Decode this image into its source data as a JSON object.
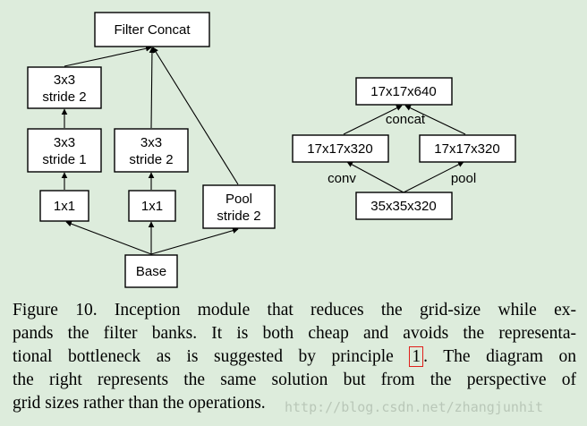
{
  "left_diagram": {
    "nodes": {
      "filter_concat": "Filter Concat",
      "s2a_l1": "3x3",
      "s2a_l2": "stride 2",
      "s1_l1": "3x3",
      "s1_l2": "stride 1",
      "s2b_l1": "3x3",
      "s2b_l2": "stride 2",
      "c1a": "1x1",
      "c1b": "1x1",
      "pool_l1": "Pool",
      "pool_l2": "stride 2",
      "base": "Base"
    }
  },
  "right_diagram": {
    "nodes": {
      "top": "17x17x640",
      "left": "17x17x320",
      "right": "17x17x320",
      "bottom": "35x35x320"
    },
    "edge_labels": {
      "concat": "concat",
      "conv": "conv",
      "pool": "pool"
    }
  },
  "caption": {
    "line1": "Figure 10. Inception module that reduces the grid-size while ex-",
    "line2": "pands the filter banks. It is both cheap and avoids the representa-",
    "line3_a": "tional bottleneck as is suggested by principle ",
    "line3_ref": "1",
    "line3_b": ". The diagram on",
    "line4": "the right represents the same solution but from the perspective of",
    "line5": "grid sizes rather than the operations."
  },
  "watermark": "http://blog.csdn.net/zhangjunhit"
}
